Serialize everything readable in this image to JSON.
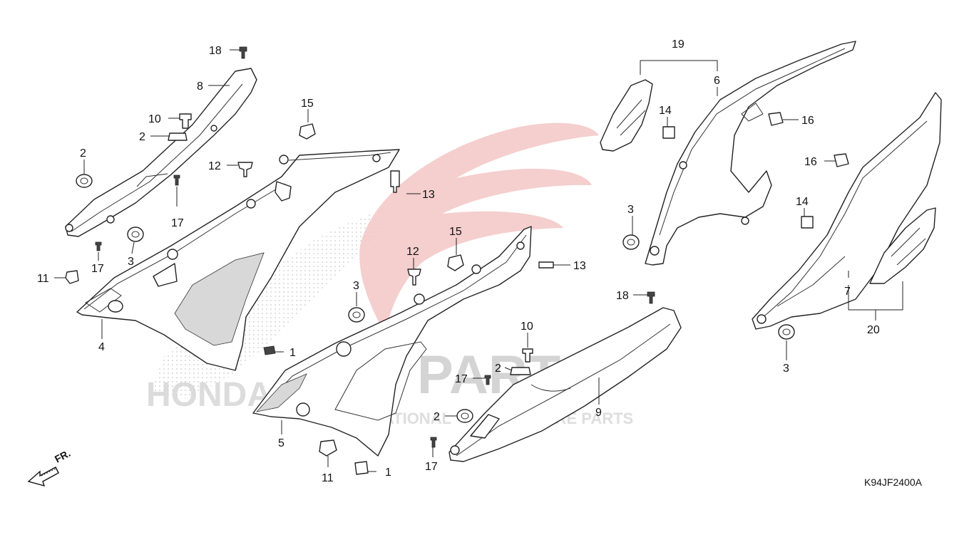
{
  "diagram_code": "K94JF2400A",
  "direction_label": "FR.",
  "watermark": {
    "brand_left": "HONDA",
    "brand_main_red": "KS",
    "brand_main_grey": "PARTS",
    "tagline_a": "INTERNATIONAL",
    "tagline_b": "SPARE PARTS"
  },
  "callouts": [
    {
      "id": "c18a",
      "label": "18"
    },
    {
      "id": "c8",
      "label": "8"
    },
    {
      "id": "c10a",
      "label": "10"
    },
    {
      "id": "c2a",
      "label": "2"
    },
    {
      "id": "c2b",
      "label": "2"
    },
    {
      "id": "c15a",
      "label": "15"
    },
    {
      "id": "c12a",
      "label": "12"
    },
    {
      "id": "c17a",
      "label": "17"
    },
    {
      "id": "c3a",
      "label": "3"
    },
    {
      "id": "c17b",
      "label": "17"
    },
    {
      "id": "c11a",
      "label": "11"
    },
    {
      "id": "c4",
      "label": "4"
    },
    {
      "id": "c1a",
      "label": "1"
    },
    {
      "id": "c13a",
      "label": "13"
    },
    {
      "id": "c15b",
      "label": "15"
    },
    {
      "id": "c12b",
      "label": "12"
    },
    {
      "id": "c3b",
      "label": "3"
    },
    {
      "id": "c13b",
      "label": "13"
    },
    {
      "id": "c5",
      "label": "5"
    },
    {
      "id": "c11b",
      "label": "11"
    },
    {
      "id": "c1b",
      "label": "1"
    },
    {
      "id": "c10b",
      "label": "10"
    },
    {
      "id": "c2c",
      "label": "2"
    },
    {
      "id": "c17c",
      "label": "17"
    },
    {
      "id": "c2d",
      "label": "2"
    },
    {
      "id": "c17d",
      "label": "17"
    },
    {
      "id": "c18b",
      "label": "18"
    },
    {
      "id": "c9",
      "label": "9"
    },
    {
      "id": "c19",
      "label": "19"
    },
    {
      "id": "c6",
      "label": "6"
    },
    {
      "id": "c14a",
      "label": "14"
    },
    {
      "id": "c16a",
      "label": "16"
    },
    {
      "id": "c3c",
      "label": "3"
    },
    {
      "id": "c16b",
      "label": "16"
    },
    {
      "id": "c14b",
      "label": "14"
    },
    {
      "id": "c7",
      "label": "7"
    },
    {
      "id": "c20",
      "label": "20"
    },
    {
      "id": "c3d",
      "label": "3"
    }
  ]
}
